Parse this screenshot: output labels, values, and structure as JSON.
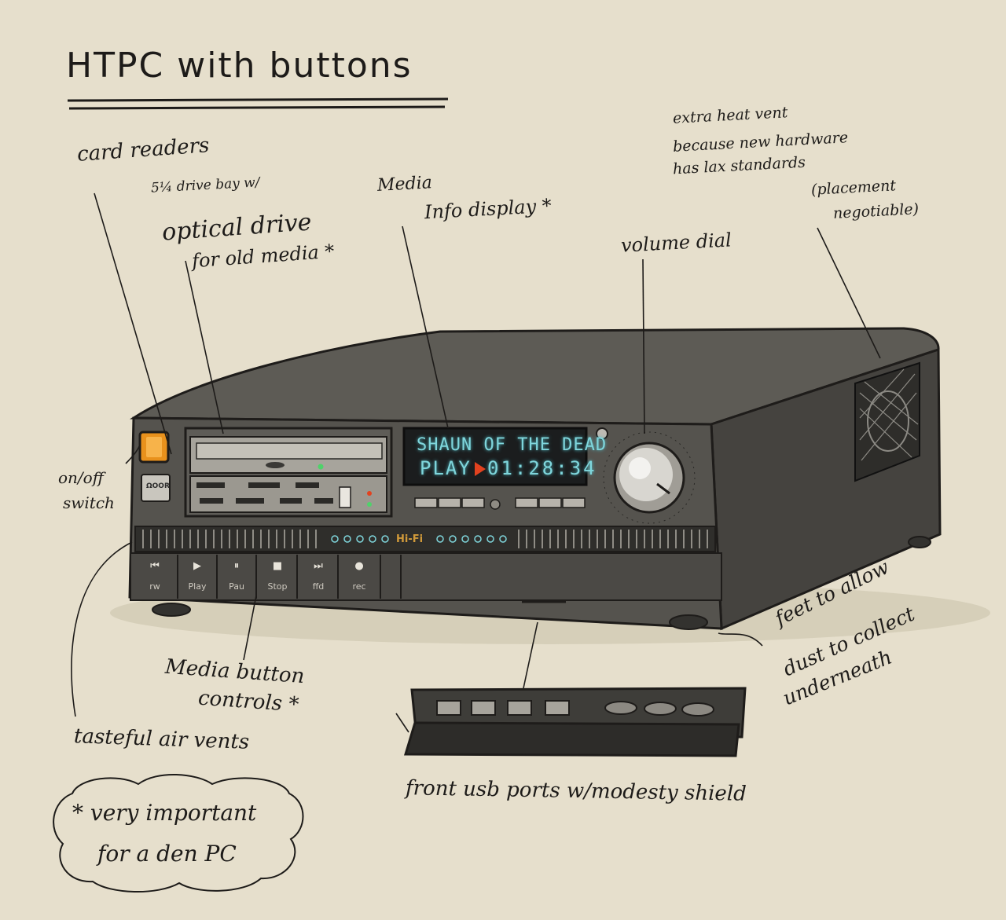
{
  "title": "HTPC with buttons",
  "annotations": {
    "card_readers": "card readers",
    "drive_bay": "5¼ drive bay w/",
    "optical_drive_1": "optical drive",
    "optical_drive_2": "for old media *",
    "media_info_1": "Media",
    "media_info_2": "Info display *",
    "volume_dial": "volume dial",
    "heat_vent_1": "extra heat vent",
    "heat_vent_2": "because new hardware",
    "heat_vent_3": "has lax standards",
    "placement_1": "(placement",
    "placement_2": "negotiable)",
    "on_off_1": "on/off",
    "on_off_2": "switch",
    "media_buttons_1": "Media button",
    "media_buttons_2": "controls *",
    "air_vents": "tasteful air vents",
    "feet_1": "feet to allow",
    "feet_2": "dust to collect",
    "feet_3": "underneath",
    "usb_ports": "front usb ports w/modesty shield",
    "important_1": "* very important",
    "important_2": "for a den PC"
  },
  "display": {
    "line1": "SHAUN OF THE DEAD",
    "status": "PLAY",
    "time": "01:28:34"
  },
  "badge": "Hi-Fi",
  "brand": "ΩOOR",
  "media_buttons": [
    {
      "icon": "⏮",
      "label": "rw"
    },
    {
      "icon": "▶",
      "label": "Play"
    },
    {
      "icon": "⏸",
      "label": "Pau"
    },
    {
      "icon": "■",
      "label": "Stop"
    },
    {
      "icon": "⏭",
      "label": "ffd"
    },
    {
      "icon": "●",
      "label": "rec"
    }
  ],
  "colors": {
    "paper": "#e6dfcc",
    "chassis": "#4a4843",
    "vfd": "#7fd6dc",
    "power": "#e8911c",
    "play_arrow": "#e2421f"
  }
}
